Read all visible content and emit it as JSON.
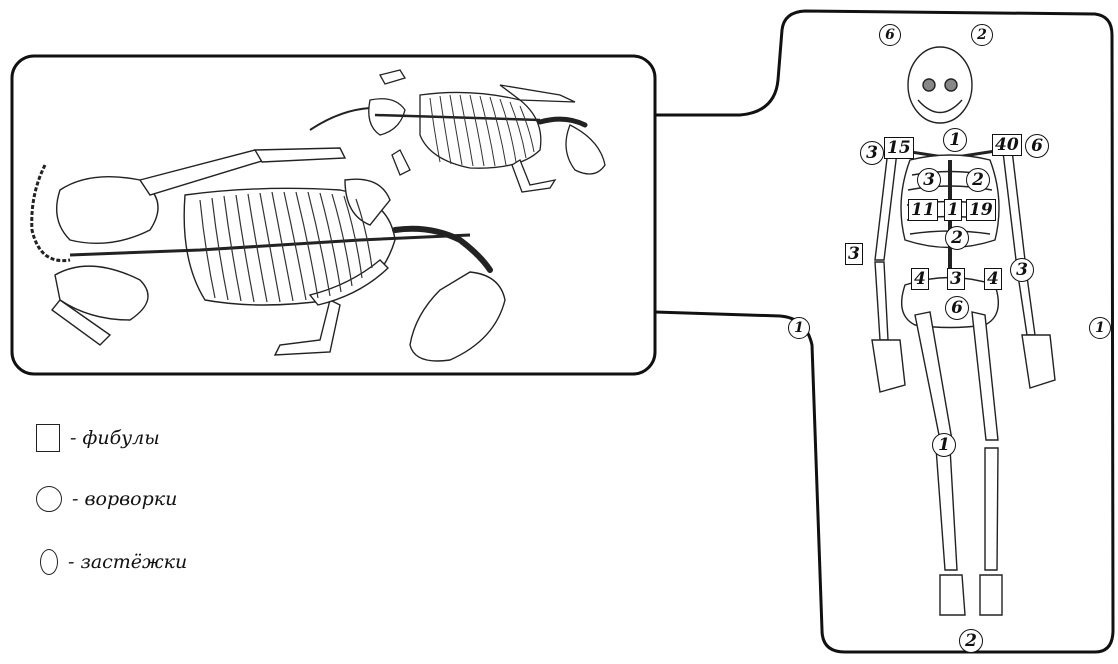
{
  "legend": {
    "fibula_label": "- фибулы",
    "vorvorki_label": "- ворворки",
    "zastezhki_label": "- застёжки"
  },
  "human_markers": {
    "top_left": "6",
    "top_right": "2",
    "neck": "1",
    "left_shoulder_circle": "3",
    "left_shoulder_box": "15",
    "right_shoulder_box": "40",
    "right_shoulder_circle": "6",
    "chest_left": "3",
    "chest_right": "2",
    "chest_box_left": "11",
    "chest_box_mid": "1",
    "chest_box_right": "19",
    "abdomen": "2",
    "left_forearm_box": "3",
    "pelvis_box_left": "4",
    "pelvis_box_mid": "3",
    "pelvis_box_right": "4",
    "right_hand_circle": "3",
    "pelvis_circle": "6",
    "left_side": "1",
    "right_side": "1",
    "knee": "1",
    "bottom": "2"
  }
}
